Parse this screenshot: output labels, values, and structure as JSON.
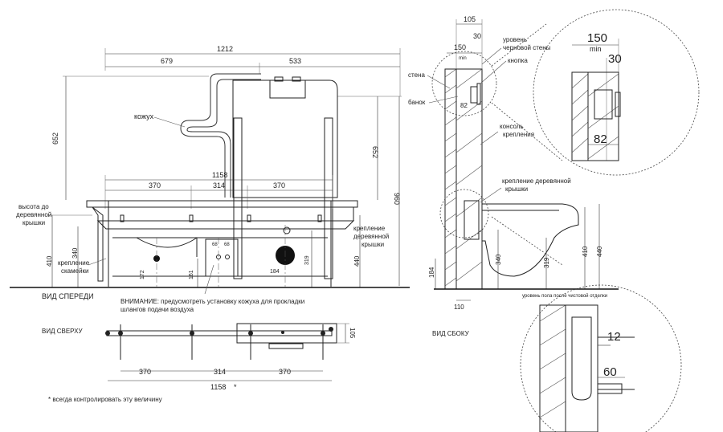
{
  "front": {
    "dim_total_top": "1212",
    "dim_left": "679",
    "dim_right": "533",
    "dim_h_left": "652",
    "dim_h_right": "652",
    "dim_960": "960",
    "dim_1158": "1158",
    "dim_370a": "370",
    "dim_314": "314",
    "dim_370b": "370",
    "dim_340": "340",
    "dim_410": "410",
    "dim_172": "172",
    "dim_161": "161",
    "dim_184": "184",
    "dim_319": "319",
    "dim_440": "440",
    "dim_68a": "68",
    "dim_68b": "68",
    "label_hose": "кожух",
    "label_height_l1": "высота до",
    "label_height_l2": "деревянной",
    "label_height_l3": "крышки",
    "label_bench_l1": "крепление",
    "label_bench_l2": "скамейки",
    "label_wood_l1": "крепление",
    "label_wood_l2": "деревянной",
    "label_wood_l3": "крышки",
    "view_title": "ВИД СПЕРЕДИ",
    "warning_l1": "ВНИМАНИЕ: предусмотреть установку кожуха для прокладки",
    "warning_l2": "шлангов подачи воздуха"
  },
  "top": {
    "view_title": "ВИД СВЕРХУ",
    "dim_370a": "370",
    "dim_314": "314",
    "dim_370b": "370",
    "dim_1158": "1158",
    "star": "*",
    "dim_105": "105",
    "note": "* всегда контролировать эту величину"
  },
  "side": {
    "view_title": "ВИД СБОКУ",
    "dim_105": "105",
    "dim_30": "30",
    "dim_150": "150",
    "min": "min",
    "dim_82": "82",
    "label_wall": "стена",
    "label_tank": "банок",
    "label_level_l1": "уровень",
    "label_level_l2": "черновой стены",
    "label_button": "кнопка",
    "label_console_l1": "консоль",
    "label_console_l2": "крепления",
    "label_woodmount_l1": "крепление деревянной",
    "label_woodmount_l2": "крышки",
    "dim_184": "184",
    "dim_340": "340",
    "dim_319": "319",
    "dim_410": "410",
    "dim_440": "440",
    "dim_110": "110",
    "floor_level": "уровень пола после чистовой отделки"
  },
  "detail_top": {
    "dim_150": "150",
    "min": "min",
    "dim_30": "30",
    "dim_82": "82"
  },
  "detail_bottom": {
    "dim_12": "12",
    "dim_60": "60"
  }
}
